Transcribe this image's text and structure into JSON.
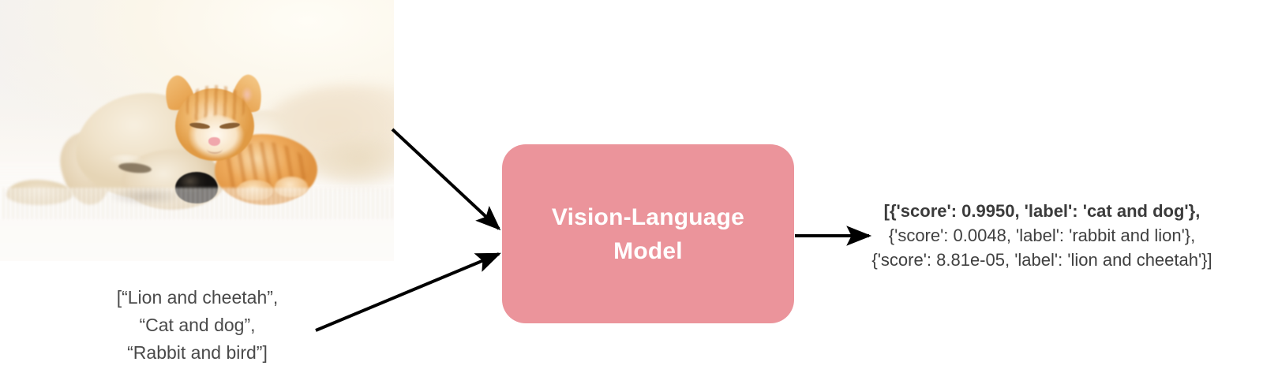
{
  "diagram": {
    "title": "Vision-Language Model zero-shot classification pipeline",
    "accent_color": "#eb949b",
    "text_color": "#4a4a4a",
    "arrow_color": "#000000"
  },
  "input_image": {
    "alt": "Sleeping golden puppy and orange tabby kitten cuddling on a white blanket",
    "icon": "photo-icon"
  },
  "input_labels": {
    "line1": "[“Lion and cheetah”,",
    "line2": "“Cat and dog”,",
    "line3": "“Rabbit and bird”]"
  },
  "model": {
    "line1": "Vision-Language",
    "line2": "Model",
    "box_color": "#eb949b",
    "label_color": "#ffffff"
  },
  "output": {
    "line1": "[{'score': 0.9950, 'label': 'cat and dog'},",
    "line2": "{'score': 0.0048, 'label': 'rabbit and lion'},",
    "line3": "{'score': 8.81e-05, 'label': 'lion and cheetah'}]"
  },
  "chart_data": {
    "type": "table",
    "title": "Zero-shot classification scores",
    "columns": [
      "score",
      "label"
    ],
    "rows": [
      {
        "score": 0.995,
        "label": "cat and dog"
      },
      {
        "score": 0.0048,
        "label": "rabbit and lion"
      },
      {
        "score": 8.81e-05,
        "label": "lion and cheetah"
      }
    ],
    "candidate_labels": [
      "Lion and cheetah",
      "Cat and dog",
      "Rabbit and bird"
    ]
  },
  "arrows": {
    "image_to_model": "arrow-image-to-model",
    "text_to_model": "arrow-text-to-model",
    "model_to_output": "arrow-model-to-output"
  }
}
